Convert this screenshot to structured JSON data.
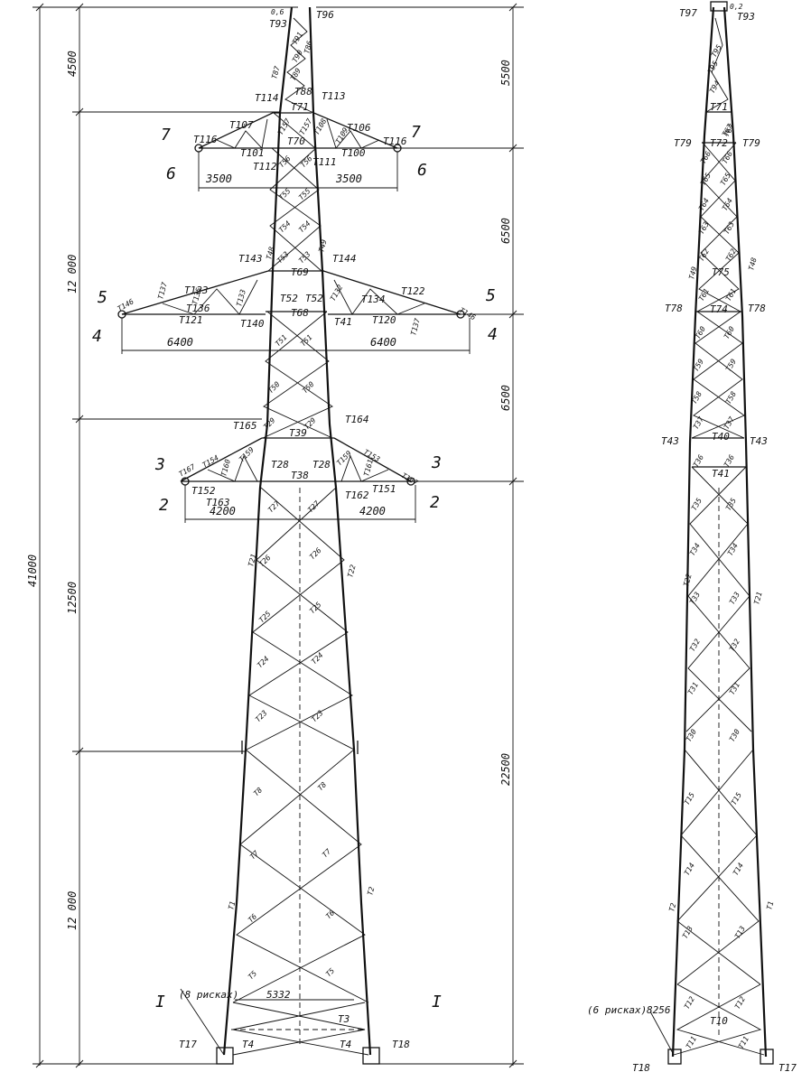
{
  "left_tower": {
    "height_total": "41000",
    "left_dims": [
      "4500",
      "12 000",
      "12500",
      "12 000"
    ],
    "right_dims": [
      "5500",
      "6500",
      "6500",
      "22500"
    ],
    "arm_spans": [
      "3500",
      "3500",
      "6400",
      "6400",
      "4200",
      "4200"
    ],
    "base_width": "5332",
    "base_note": "(8 рисках)",
    "top_labels": [
      "0,6",
      "Т93",
      "Т96"
    ],
    "section_marks": [
      "7",
      "7",
      "6",
      "6",
      "5",
      "5",
      "4",
      "4",
      "3",
      "3",
      "2",
      "2",
      "I",
      "I"
    ],
    "labels": [
      "Т87",
      "Т86",
      "Т88",
      "Т89",
      "Т90",
      "Т91",
      "Т114",
      "Т113",
      "Т71",
      "Т107",
      "Т106",
      "Т108",
      "Т109",
      "Т116",
      "Т116",
      "Т157",
      "Т157",
      "Т70",
      "Т101",
      "Т100",
      "Т112",
      "Т111",
      "Т56",
      "Т56",
      "Т55",
      "Т55",
      "Т54",
      "Т54",
      "Т48",
      "Т49",
      "Т143",
      "Т144",
      "Т53",
      "Т53",
      "Т69",
      "Т137",
      "Т123",
      "Т122",
      "Т136",
      "Т135",
      "Т134",
      "Т133",
      "Т132",
      "Т52",
      "Т52",
      "Т146",
      "Т146",
      "Т121",
      "Т120",
      "Т140",
      "Т68",
      "Т41",
      "Т137",
      "Т51",
      "Т51",
      "Т50",
      "Т50",
      "Т165",
      "Т164",
      "Т29",
      "Т29",
      "Т39",
      "Т154",
      "Т153",
      "Т160",
      "Т159",
      "Т159",
      "Т28",
      "Т28",
      "Т161",
      "Т167",
      "Т167",
      "Т152",
      "Т151",
      "Т38",
      "Т163",
      "Т162",
      "Т27",
      "Т27",
      "Т21",
      "Т22",
      "Т26",
      "Т26",
      "Т25",
      "Т25",
      "Т24",
      "Т24",
      "Т23",
      "Т23",
      "Т8",
      "Т8",
      "Т7",
      "Т7",
      "Т6",
      "Т6",
      "Т1",
      "Т2",
      "Т5",
      "Т5",
      "Т3",
      "Т4",
      "Т4",
      "Т17",
      "Т18"
    ]
  },
  "right_tower": {
    "top_labels": [
      "Т97",
      "0,2",
      "Т93"
    ],
    "base_dim": "8256",
    "base_note": "(6 рисках)",
    "labels": [
      "Т95",
      "Т95",
      "Т94",
      "Т71",
      "Т79",
      "Т72",
      "Т79",
      "Т67",
      "Т67",
      "Т66",
      "Т66",
      "Т65",
      "Т65",
      "Т64",
      "Т64",
      "Т63",
      "Т63",
      "Т62",
      "Т62",
      "Т49",
      "Т48",
      "Т75",
      "Т61",
      "Т61",
      "Т78",
      "Т74",
      "Т78",
      "Т60",
      "Т60",
      "Т59",
      "Т59",
      "Т58",
      "Т58",
      "Т37",
      "Т37",
      "Т43",
      "Т40",
      "Т43",
      "Т36",
      "Т36",
      "Т41",
      "Т35",
      "Т35",
      "Т34",
      "Т34",
      "Т22",
      "Т21",
      "Т33",
      "Т33",
      "Т32",
      "Т32",
      "Т31",
      "Т31",
      "Т30",
      "Т30",
      "Т15",
      "Т15",
      "Т14",
      "Т14",
      "Т2",
      "Т1",
      "Т13",
      "Т13",
      "Т12",
      "Т12",
      "Т10",
      "Т11",
      "Т11",
      "Т18",
      "Т17"
    ]
  }
}
